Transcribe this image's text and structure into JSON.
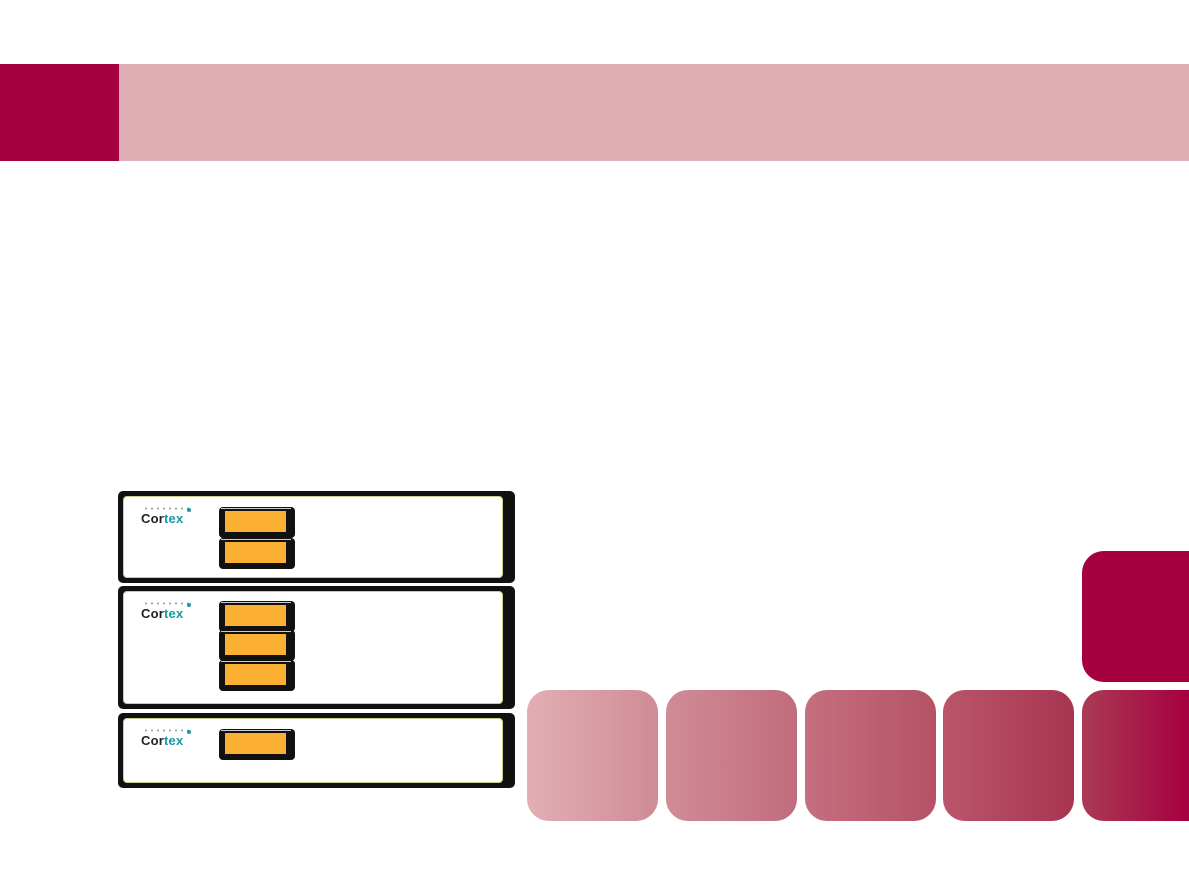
{
  "brand": {
    "logo_part1": "Cor",
    "logo_part2": "tex",
    "accent_color": "#a5003f",
    "band_color": "#e0aeb5",
    "logo_teal": "#1a9aa3",
    "module_color": "#fbb034"
  },
  "racks": [
    {
      "modules": 2
    },
    {
      "modules": 3
    },
    {
      "modules": 1
    }
  ]
}
